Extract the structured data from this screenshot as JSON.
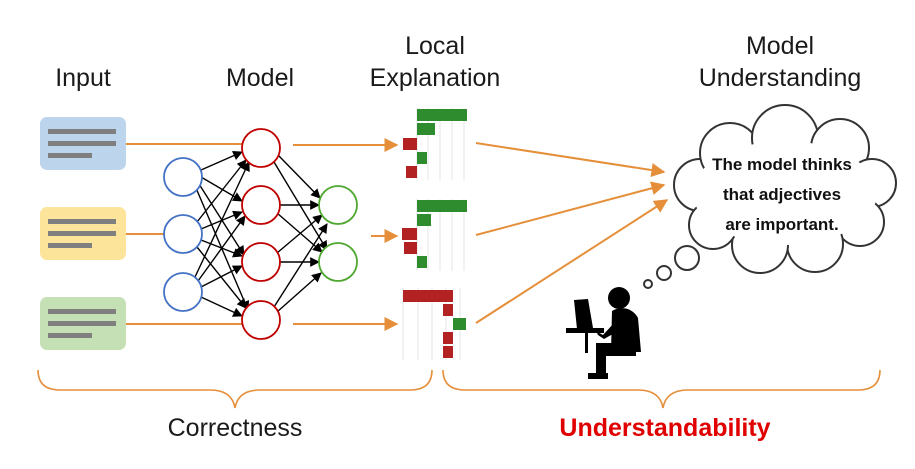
{
  "headers": {
    "input": "Input",
    "model": "Model",
    "local_explanation": [
      "Local",
      "Explanation"
    ],
    "model_understanding": [
      "Model",
      "Understanding"
    ]
  },
  "thought": {
    "lines": [
      "The model thinks",
      "that adjectives",
      "are important."
    ]
  },
  "labels": {
    "correctness": "Correctness",
    "understandability": "Understandability"
  },
  "colors": {
    "input_blue": "#bcd4ec",
    "input_yellow": "#fce49a",
    "input_green": "#c5e0b4",
    "text_line_gray": "#7f7f7f",
    "neuron_blue": "#4472c4",
    "neuron_red": "#c00000",
    "neuron_green": "#4ea72e",
    "arrow_orange": "#e58f3a",
    "bar_green": "#2e8b2e",
    "bar_red": "#b22222",
    "understandability_red": "#e00000",
    "person": "#000000"
  },
  "icons": {
    "person": "person-at-laptop-icon",
    "cloud": "thought-cloud-icon"
  }
}
